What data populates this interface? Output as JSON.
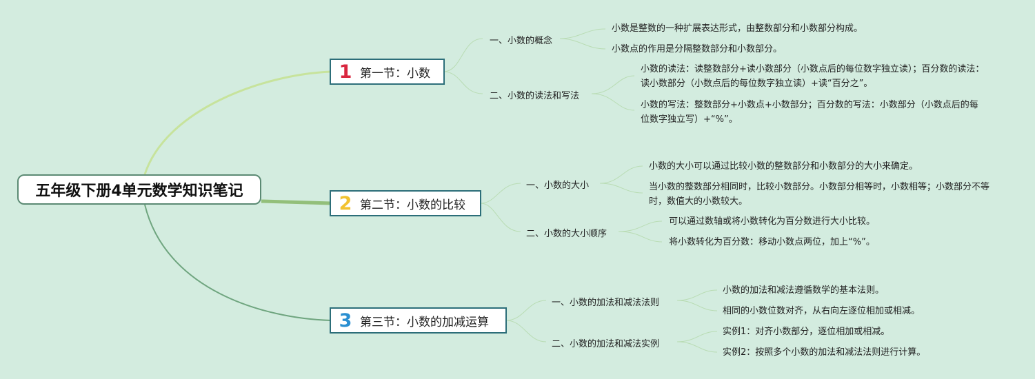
{
  "root": {
    "title": "五年级下册4单元数学知识笔记"
  },
  "sections": [
    {
      "number": "1",
      "number_color": "#d9263f",
      "title": "第一节：小数",
      "subs": [
        {
          "label": "一、小数的概念",
          "leaves": [
            "小数是整数的一种扩展表达形式，由整数部分和小数部分构成。",
            "小数点的作用是分隔整数部分和小数部分。"
          ]
        },
        {
          "label": "二、小数的读法和写法",
          "leaves": [
            "小数的读法：读整数部分+读小数部分（小数点后的每位数字独立读）；百分数的读法：读小数部分（小数点后的每位数字独立读）+读“百分之”。",
            "小数的写法：整数部分+小数点+小数部分；百分数的写法：小数部分（小数点后的每位数字独立写）+“%”。"
          ]
        }
      ]
    },
    {
      "number": "2",
      "number_color": "#f2c230",
      "title": "第二节：小数的比较",
      "subs": [
        {
          "label": "一、小数的大小",
          "leaves": [
            "小数的大小可以通过比较小数的整数部分和小数部分的大小来确定。",
            "当小数的整数部分相同时，比较小数部分。小数部分相等时，小数相等；小数部分不等时，数值大的小数较大。"
          ]
        },
        {
          "label": "二、小数的大小顺序",
          "leaves": [
            "可以通过数轴或将小数转化为百分数进行大小比较。",
            "将小数转化为百分数：移动小数点两位，加上“%”。"
          ]
        }
      ]
    },
    {
      "number": "3",
      "number_color": "#2a8fd1",
      "title": "第三节：小数的加减运算",
      "subs": [
        {
          "label": "一、小数的加法和减法法则",
          "leaves": [
            "小数的加法和减法遵循数学的基本法则。",
            "相同的小数位数对齐，从右向左逐位相加或相减。"
          ]
        },
        {
          "label": "二、小数的加法和减法实例",
          "leaves": [
            "实例1：对齐小数部分，逐位相加或相减。",
            "实例2：按照多个小数的加法和减法法则进行计算。"
          ]
        }
      ]
    }
  ]
}
